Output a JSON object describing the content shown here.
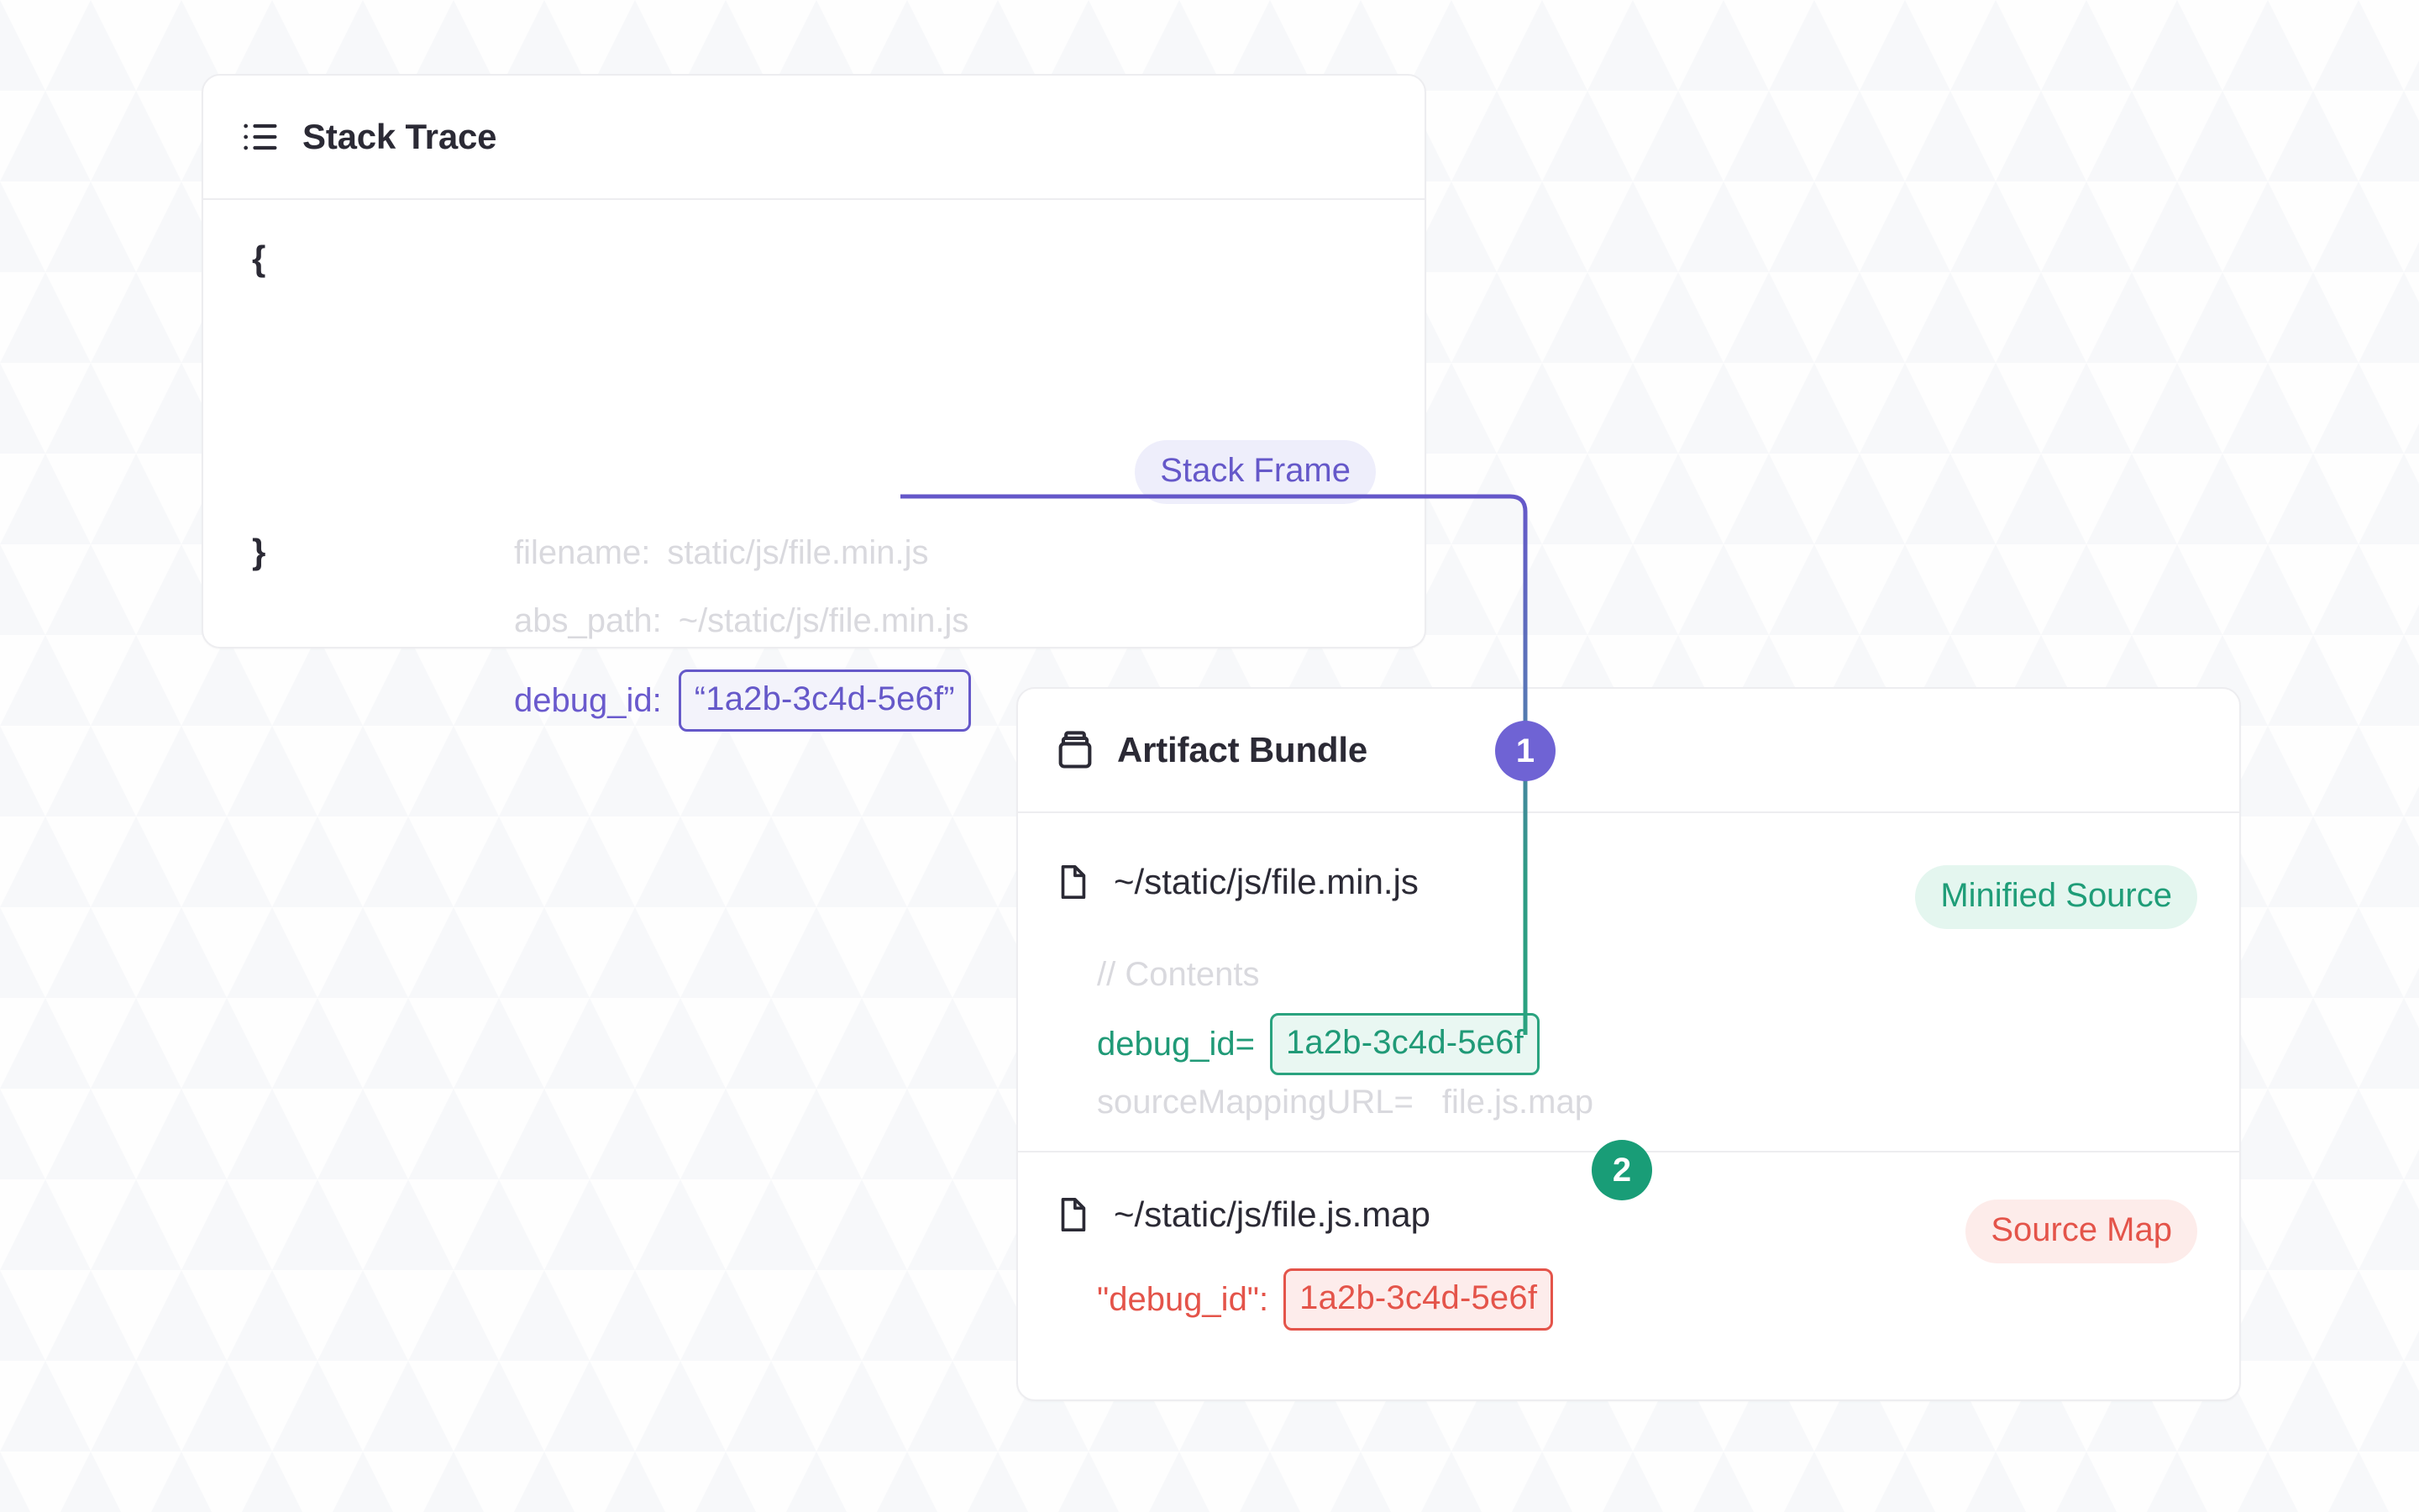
{
  "theme": {
    "background": "#f7f8fa",
    "card_background": "#ffffff",
    "card_border": "#ededf0",
    "text_primary": "#2b2a35",
    "text_muted": "#d9d9de",
    "purple": "#6558c9",
    "purple_badge_bg": "#eeeefb",
    "green": "#209a77",
    "green_badge_bg": "#e4f6ef",
    "red": "#e4544a",
    "red_badge_bg": "#fdecea",
    "connector_purple": "#6558c9",
    "connector_green": "#2aa37f",
    "connector_red": "#e4544a",
    "step_badge_1_bg": "#6f63d4",
    "step_badge_2_bg": "#199d77"
  },
  "stack_trace_card": {
    "icon": "list-icon",
    "title": "Stack Trace",
    "badge": {
      "label": "Stack Frame",
      "style": "purple"
    },
    "code": {
      "brace_open": "{",
      "brace_close": "}",
      "rows": [
        {
          "key": "filename:",
          "value": "static/js/file.min.js",
          "style": "muted"
        },
        {
          "key": "abs_path:",
          "value": "~/static/js/file.min.js",
          "style": "muted"
        },
        {
          "key": "debug_id:",
          "value": "“1a2b-3c4d-5e6f”",
          "style": "purple-box"
        }
      ]
    }
  },
  "artifact_bundle_card": {
    "icon": "jar-icon",
    "title": "Artifact Bundle",
    "sections": [
      {
        "id": "minified-source",
        "file_icon": "file-icon",
        "file_path": "~/static/js/file.min.js",
        "badge": {
          "label": "Minified Source",
          "style": "green"
        },
        "lines": [
          {
            "key": "// Contents",
            "value": "",
            "style": "muted-comment"
          },
          {
            "key": "debug_id=",
            "value": "1a2b-3c4d-5e6f",
            "style": "green-box"
          },
          {
            "key": "sourceMappingURL=",
            "value": "file.js.map",
            "style": "muted"
          }
        ]
      },
      {
        "id": "source-map",
        "file_icon": "file-icon",
        "file_path": "~/static/js/file.js.map",
        "badge": {
          "label": "Source Map",
          "style": "red"
        },
        "lines": [
          {
            "key": "\"debug_id\":",
            "value": "1a2b-3c4d-5e6f",
            "style": "red-box"
          }
        ]
      }
    ]
  },
  "connectors": [
    {
      "id": "step-1",
      "number": "1",
      "from": "stack-trace debug_id value",
      "to": "minified source debug_id value",
      "color_start": "#6558c9",
      "color_end": "#2aa37f"
    },
    {
      "id": "step-2",
      "number": "2",
      "from": "minified source debug_id value",
      "to": "source map debug_id value",
      "color_start": "#2aa37f",
      "color_end": "#e4544a"
    }
  ]
}
